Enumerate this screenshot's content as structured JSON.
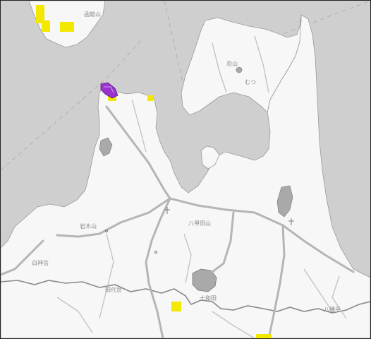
{
  "map": {
    "colors": {
      "sea": "#cfcfcf",
      "land": "#f7f7f7",
      "lake": "#a9a9a9",
      "road": "#c4c4c4",
      "road_major": "#b5b5b5",
      "boundary": "#888888",
      "grid": "#a8a8a8",
      "label": "#8a8a8a",
      "highlight_yellow": "#f2e800",
      "highlight_purple": "#9933cc"
    },
    "place_labels": [
      {
        "id": "hakodate",
        "text": "函館山"
      },
      {
        "id": "osorezan",
        "text": "恐山"
      },
      {
        "id": "mutsu",
        "text": "むつ"
      },
      {
        "id": "iwaki",
        "text": "岩木山"
      },
      {
        "id": "hakkoda",
        "text": "八甲田山"
      },
      {
        "id": "towada",
        "text": "十和田"
      },
      {
        "id": "shirakami",
        "text": "白神岳"
      },
      {
        "id": "tashirodake",
        "text": "田代岳"
      },
      {
        "id": "hachimantai",
        "text": "八幡平"
      }
    ]
  }
}
